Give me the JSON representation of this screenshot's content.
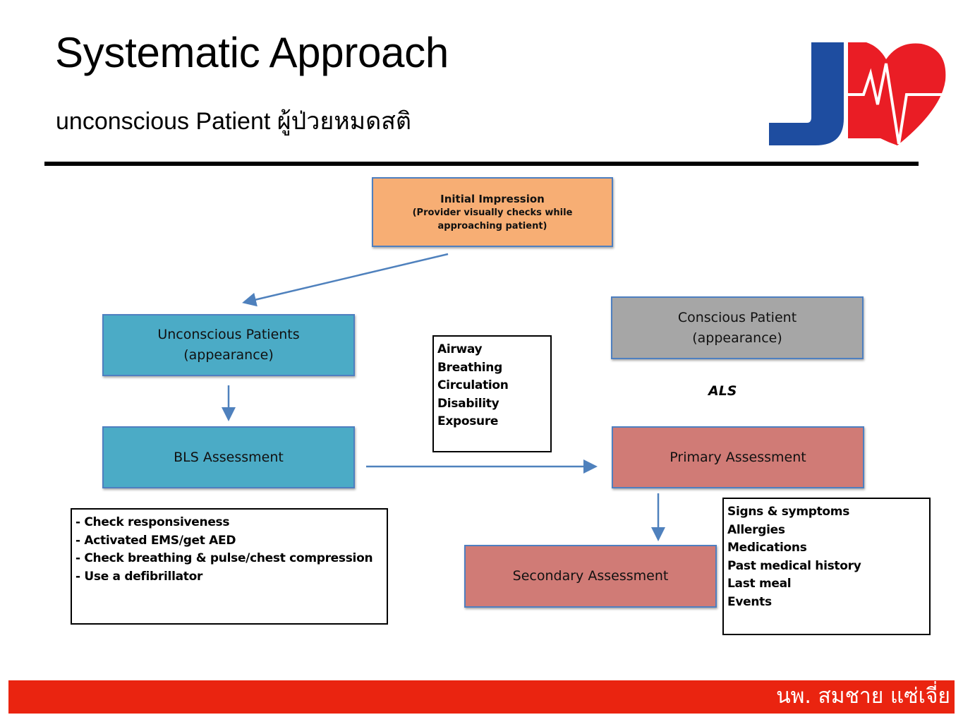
{
  "header": {
    "title": "Systematic Approach",
    "subtitle": "unconscious Patient ผู้ป่วยหมดสติ"
  },
  "logo": {
    "letter": "J",
    "icon": "heart-ecg-icon",
    "colors": {
      "letter": "#1e4da0",
      "heart": "#ea1d25"
    }
  },
  "flowchart": {
    "nodes": {
      "initial_impression": {
        "title": "Initial Impression",
        "subtitle": "(Provider visually checks while approaching patient)",
        "color": "#f7ae74"
      },
      "unconscious_patients": {
        "line1": "Unconscious Patients",
        "line2": "(appearance)",
        "color": "#4babc6"
      },
      "bls_assessment": {
        "label": "BLS Assessment",
        "color": "#4babc6"
      },
      "conscious_patient": {
        "line1": "Conscious Patient",
        "line2": "(appearance)",
        "color": "#a6a6a6"
      },
      "primary_assessment": {
        "label": "Primary Assessment",
        "color": "#d07b76"
      },
      "secondary_assessment": {
        "label": "Secondary Assessment",
        "color": "#d07b76"
      }
    },
    "als_label": "ALS",
    "abcde_list": [
      "Airway",
      "Breathing",
      "Circulation",
      "Disability",
      "Exposure"
    ],
    "bls_steps": [
      "- Check responsiveness",
      "- Activated EMS/get AED",
      "- Check breathing & pulse/chest compression",
      "- Use a defibrillator"
    ],
    "sample_list": [
      "Signs & symptoms",
      "Allergies",
      "Medications",
      "Past medical history",
      "Last meal",
      "Events"
    ],
    "edges": [
      {
        "from": "initial_impression",
        "to": "unconscious_patients"
      },
      {
        "from": "unconscious_patients",
        "to": "bls_assessment"
      },
      {
        "from": "bls_assessment",
        "to": "primary_assessment"
      },
      {
        "from": "primary_assessment",
        "to": "secondary_assessment"
      }
    ],
    "arrow_color": "#4f81bd"
  },
  "footer": {
    "author": "นพ. สมชาย แซ่เจี่ย",
    "color": "#ea2410"
  }
}
